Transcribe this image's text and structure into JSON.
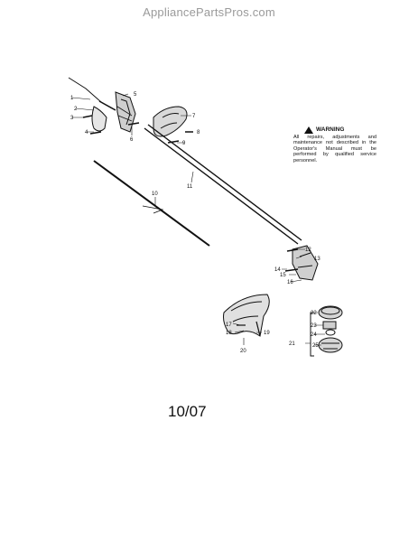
{
  "watermark": "AppliancePartsPros.com",
  "warning": {
    "title": "WARNING",
    "text": "All repairs, adjustments and maintenance not described in the Operator's Manual must be performed by qualified service personnel."
  },
  "date_code": "10/07",
  "callouts": [
    "1",
    "2",
    "3",
    "4",
    "5",
    "6",
    "7",
    "8",
    "9",
    "10",
    "11",
    "12",
    "13",
    "14",
    "15",
    "16",
    "17",
    "18",
    "19",
    "20",
    "21",
    "22",
    "23",
    "24",
    "25"
  ]
}
